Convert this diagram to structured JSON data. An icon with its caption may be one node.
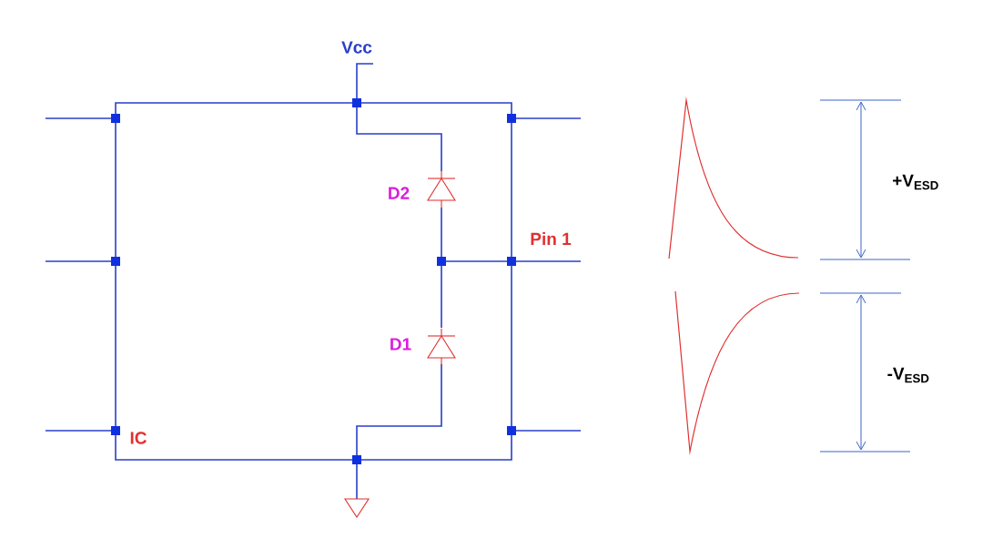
{
  "diagram": {
    "labels": [
      "Vcc",
      "D2",
      "Pin 1",
      "D1",
      "IC",
      "+V$_{ESD}$",
      "-V$_{ESD}$"
    ]
  }
}
